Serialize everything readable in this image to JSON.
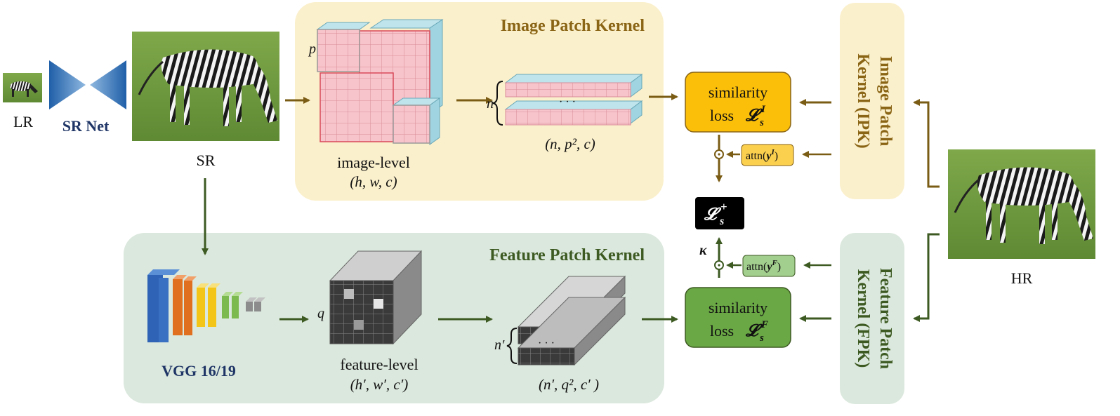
{
  "labels": {
    "lr": "LR",
    "sr_net": "SR Net",
    "sr": "SR",
    "hr": "HR",
    "vgg": "VGG 16/19"
  },
  "image_panel": {
    "title": "Image Patch Kernel",
    "p": "p",
    "n": "n",
    "dots": "· · ·",
    "image_level": "image-level",
    "image_dims": "(h, w, c)",
    "patch_dims": "(n, p², c)"
  },
  "feature_panel": {
    "title": "Feature Patch Kernel",
    "q": "q",
    "n_prime": "n′",
    "dots": "· · ·",
    "feature_level": "feature-level",
    "feature_dims": "(h′, w′, c′)",
    "patch_dims": "(n′, q², c′ )"
  },
  "loss": {
    "image_box_line1": "similarity",
    "image_box_line2": "loss",
    "image_symbol": "𝓛",
    "image_sub": "s",
    "image_sup": "I",
    "feature_box_line1": "similarity",
    "feature_box_line2": "loss",
    "feature_symbol": "𝓛",
    "feature_sub": "s",
    "feature_sup": "F",
    "attn_image": "attn(",
    "attn_image_var": "y",
    "attn_image_sup": "I",
    "attn_close": ")",
    "attn_feature": "attn(",
    "attn_feature_var": "y",
    "attn_feature_sup": "F",
    "combined_symbol": "𝓛",
    "combined_sub": "s",
    "combined_sup": "+",
    "kappa": "κ"
  },
  "kernels": {
    "ipk_line1": "Image Patch",
    "ipk_line2": "Kernel (IPK)",
    "fpk_line1": "Feature Patch",
    "fpk_line2": "Kernel (FPK)"
  },
  "colors": {
    "olive": "#7a5c14",
    "dark_green": "#3d5a22",
    "image_panel_bg": "#fbf0cc",
    "feature_panel_bg": "#dbe8dd",
    "image_loss_box": "#fbbf0a",
    "feature_loss_box": "#6aa845",
    "srnet_blue": "#2e6fb8",
    "navy": "#1f3566"
  }
}
